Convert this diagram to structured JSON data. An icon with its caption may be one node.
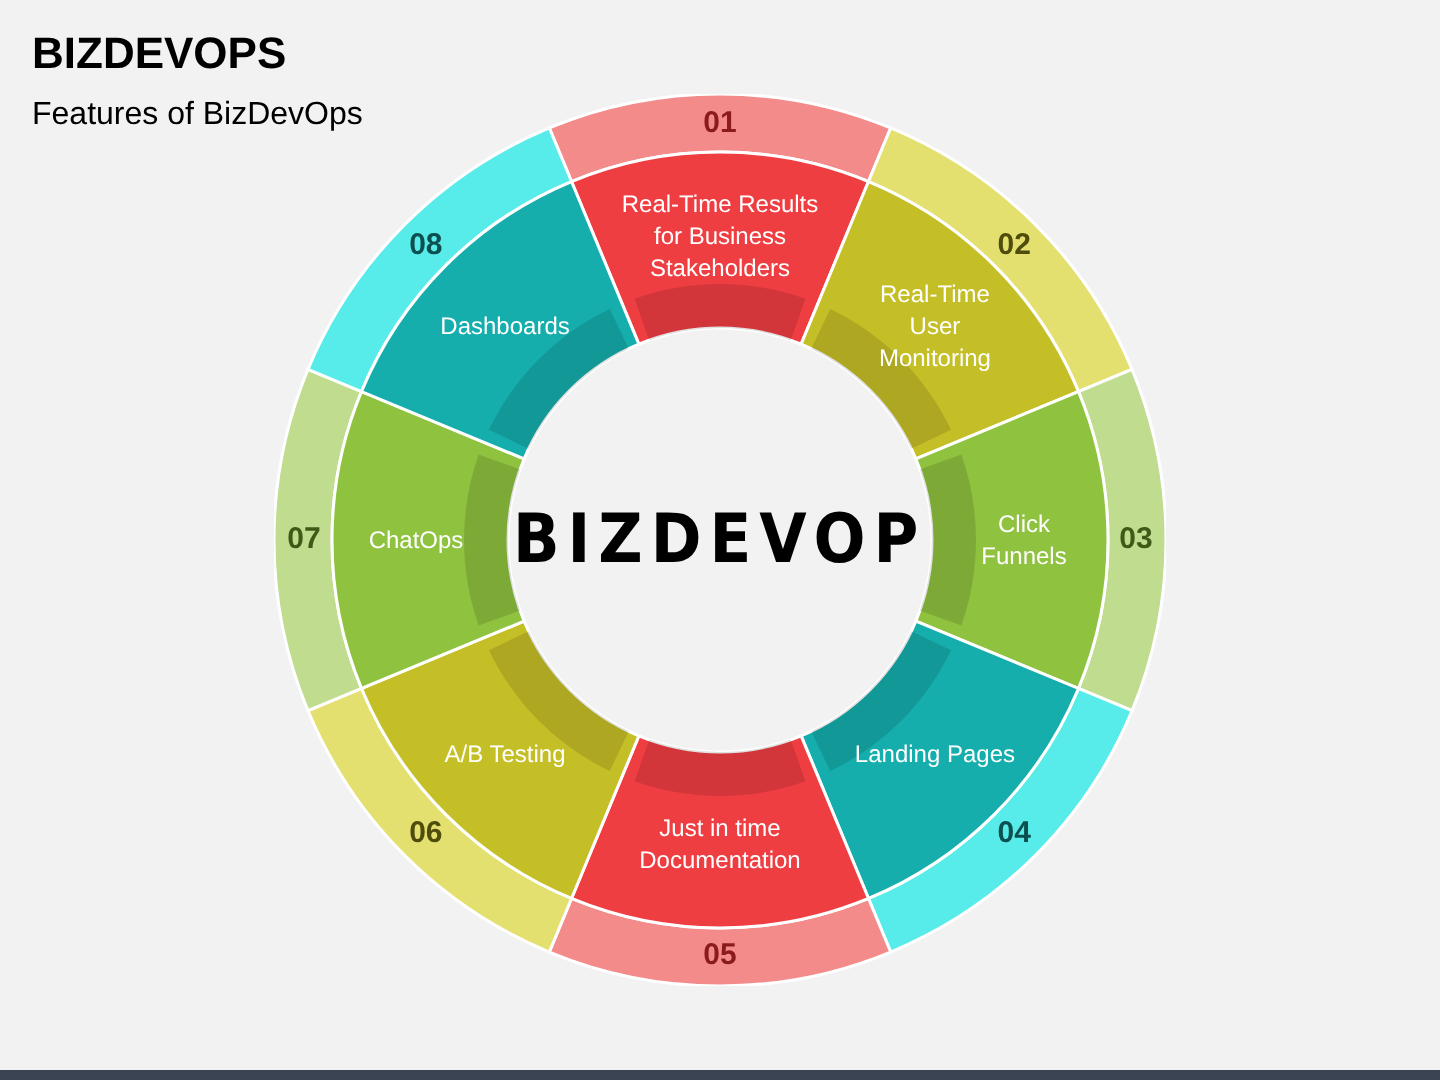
{
  "diagram": {
    "title": "BIZDEVOPS",
    "caption": "Features of BizDevOps",
    "nodes": [
      {
        "text": [
          "01",
          "Real-Time Results for Business Stakeholders"
        ]
      },
      {
        "text": [
          "02",
          "Real-Time User Monitoring"
        ]
      },
      {
        "text": [
          "Click Funnels",
          "03"
        ]
      },
      {
        "text": [
          "Landing Pages",
          "04"
        ]
      },
      {
        "text": [
          "Just in time Documentation",
          "05"
        ]
      },
      {
        "text": [
          "A/B Testing",
          "06"
        ]
      },
      {
        "text": [
          "07",
          "ChatOps"
        ]
      },
      {
        "text": [
          "08",
          "Dashboards"
        ]
      }
    ],
    "labels": [
      "BIZDEVOP"
    ]
  }
}
